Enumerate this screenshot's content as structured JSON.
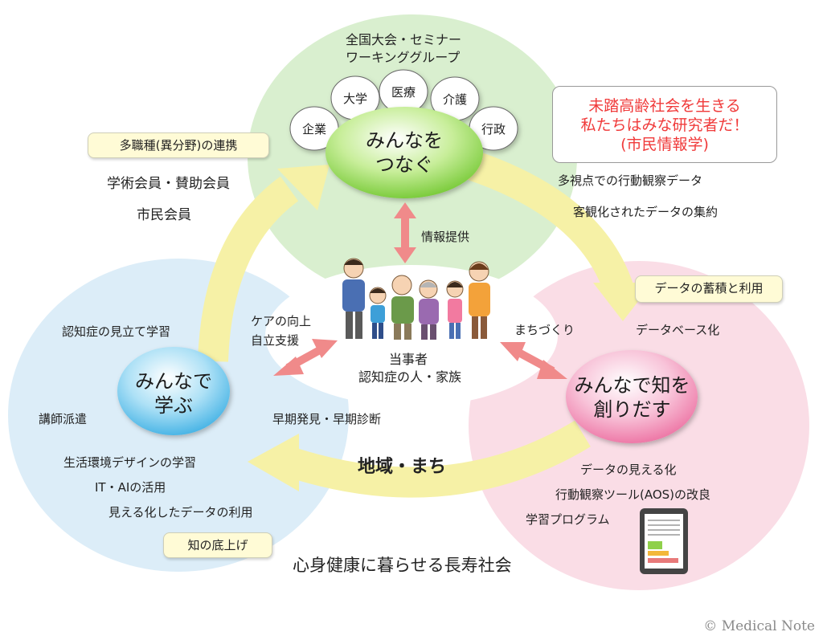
{
  "top": {
    "header_line1": "全国大会・セミナー",
    "header_line2": "ワーキンググループ",
    "hub_line1": "みんなを",
    "hub_line2": "つなぐ",
    "bubbles": [
      "企業",
      "大学",
      "医療",
      "介護",
      "行政"
    ],
    "box_label": "多職種(異分野)の連携",
    "members1": "学術会員・賛助会員",
    "members2": "市民会員",
    "arrow_label": "情報提供"
  },
  "callout": {
    "line1": "未踏高齢社会を生きる",
    "line2": "私たちはみな研究者だ！",
    "line3": "(市民情報学)"
  },
  "right": {
    "text1": "多視点での行動観察データ",
    "text2": "客観化されたデータの集約",
    "box_label": "データの蓄積と利用",
    "text3": "データベース化",
    "hub_line1": "みんなで知を",
    "hub_line2": "創りだす",
    "text4": "データの見える化",
    "text5": "行動観察ツール(AOS)の改良",
    "text6": "学習プログラム",
    "arrow_label": "まちづくり"
  },
  "left": {
    "text1": "認知症の見立て学習",
    "care1": "ケアの向上",
    "care2": "自立支援",
    "hub_line1": "みんなで",
    "hub_line2": "学ぶ",
    "text2": "講師派遣",
    "text3": "早期発見・早期診断",
    "text4": "生活環境デザインの学習",
    "text5": "IT・AIの活用",
    "text6": "見える化したデータの利用",
    "box_label": "知の底上げ"
  },
  "center": {
    "line1": "当事者",
    "line2": "認知症の人・家族"
  },
  "bottom": {
    "region": "地域・まち",
    "society": "心身健康に暮らせる長寿社会"
  },
  "copyright": "© Medical Note",
  "colors": {
    "green_circle": "#d9efcf",
    "blue_circle": "#dcedf8",
    "pink_circle": "#fadde6",
    "cycle_arrow": "#f6f1a6",
    "connector_arrow": "#f08a8a",
    "callout_text": "#f03a3a"
  }
}
